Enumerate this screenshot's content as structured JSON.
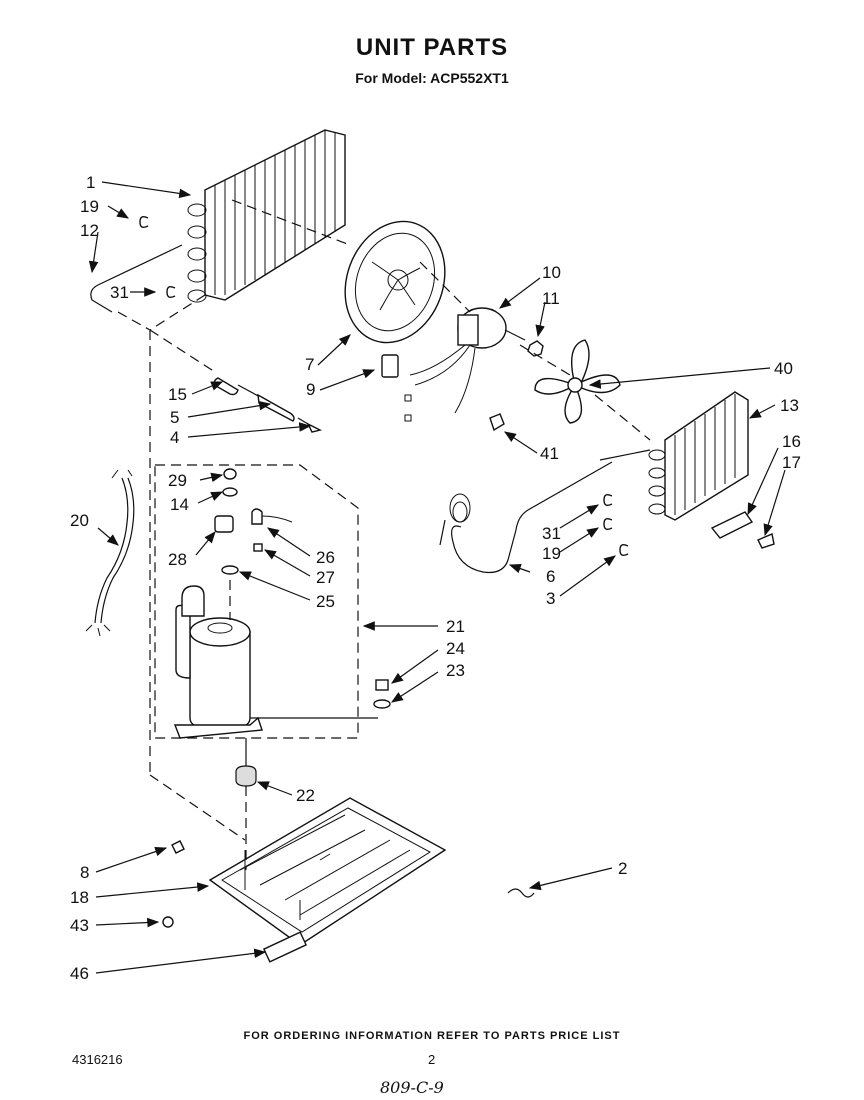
{
  "header": {
    "title": "UNIT PARTS",
    "subtitle": "For Model: ACP552XT1"
  },
  "callouts": {
    "c1": "1",
    "c19a": "19",
    "c12": "12",
    "c31a": "31",
    "c10": "10",
    "c11": "11",
    "c7": "7",
    "c9": "9",
    "c40": "40",
    "c15": "15",
    "c5": "5",
    "c4": "4",
    "c13": "13",
    "c41": "41",
    "c16": "16",
    "c17": "17",
    "c29": "29",
    "c14": "14",
    "c20": "20",
    "c28": "28",
    "c26": "26",
    "c27": "27",
    "c25": "25",
    "c31b": "31",
    "c19b": "19",
    "c6": "6",
    "c3": "3",
    "c21": "21",
    "c24": "24",
    "c23": "23",
    "c22": "22",
    "c8": "8",
    "c2": "2",
    "c18": "18",
    "c43": "43",
    "c46": "46"
  },
  "footer": {
    "note": "FOR ORDERING INFORMATION REFER TO PARTS PRICE LIST",
    "doc_number": "4316216",
    "page": "2",
    "handwritten_code": "809-C-9"
  }
}
